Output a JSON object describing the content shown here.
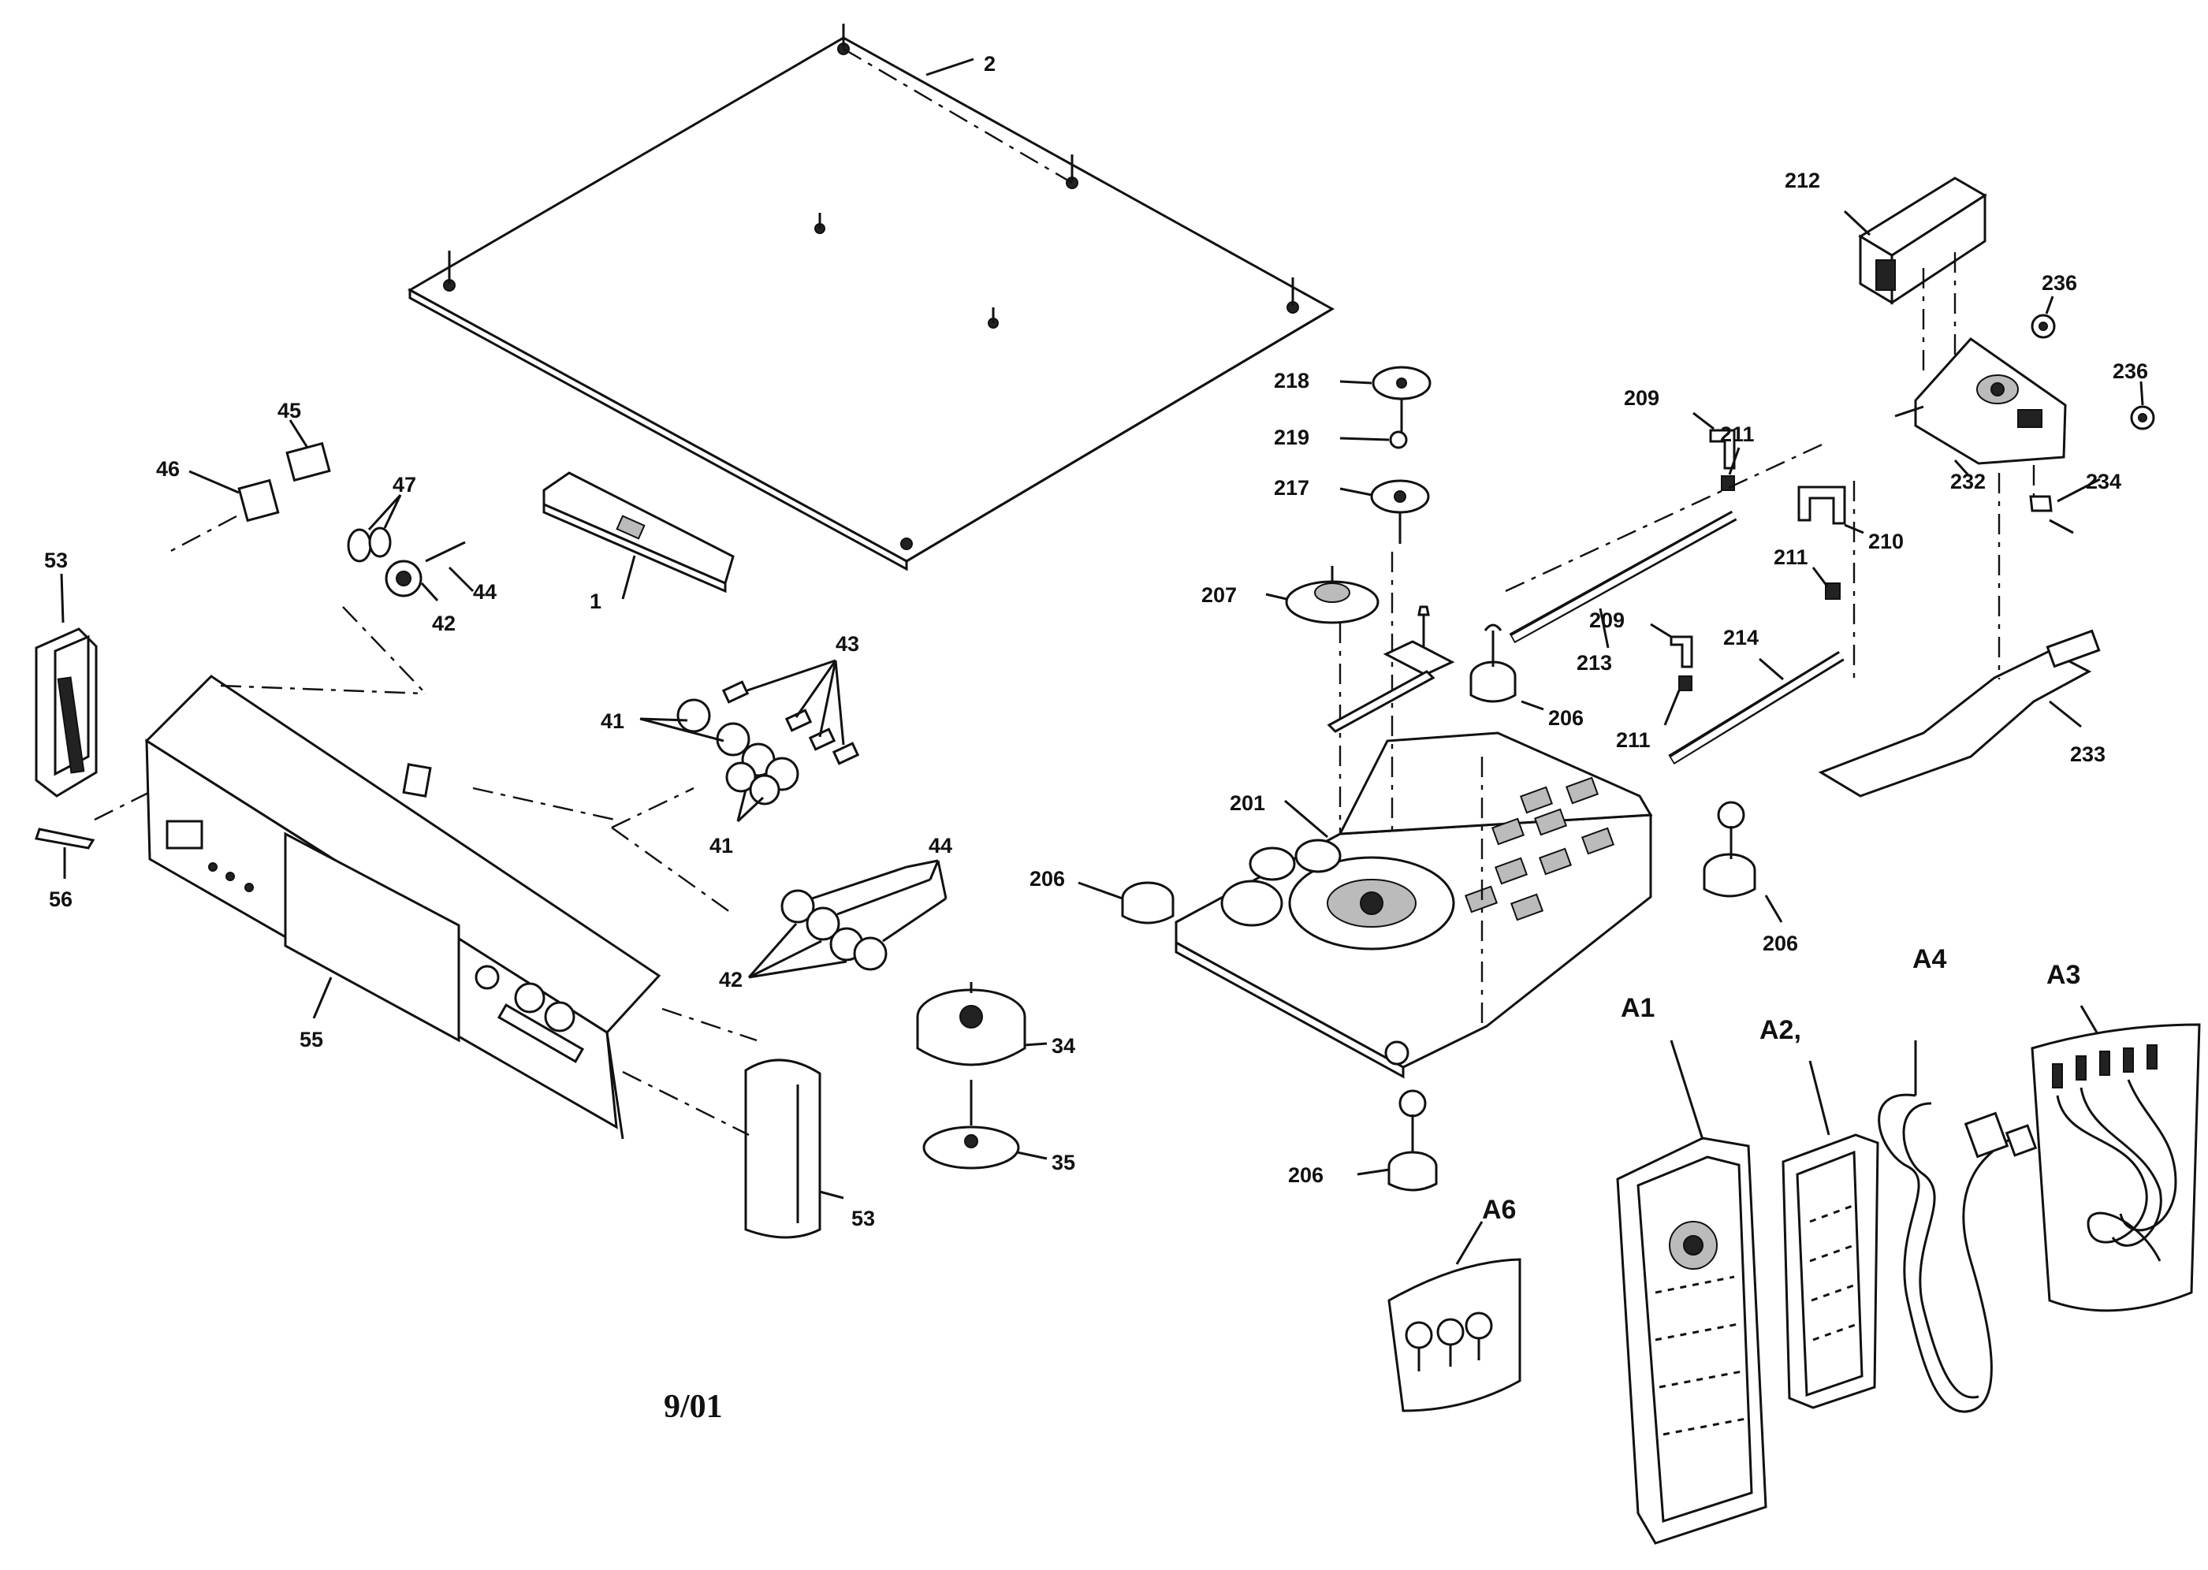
{
  "labels": {
    "p1": "1",
    "p2": "2",
    "p34": "34",
    "p35": "35",
    "p41a": "41",
    "p41b": "41",
    "p42a": "42",
    "p42b": "42",
    "p43": "43",
    "p44a": "44",
    "p44b": "44",
    "p45": "45",
    "p46": "46",
    "p47": "47",
    "p53a": "53",
    "p53b": "53",
    "p55": "55",
    "p56": "56",
    "p201": "201",
    "p206a": "206",
    "p206b": "206",
    "p206c": "206",
    "p206d": "206",
    "p207": "207",
    "p209a": "209",
    "p209b": "209",
    "p210": "210",
    "p211a": "211",
    "p211b": "211",
    "p211c": "211",
    "p212": "212",
    "p213": "213",
    "p214": "214",
    "p217": "217",
    "p218": "218",
    "p219": "219",
    "p232": "232",
    "p233": "233",
    "p234": "234",
    "p236a": "236",
    "p236b": "236",
    "a1": "A1",
    "a2": "A2,",
    "a3": "A3",
    "a4": "A4",
    "a6": "A6"
  },
  "date_code": "9/01"
}
